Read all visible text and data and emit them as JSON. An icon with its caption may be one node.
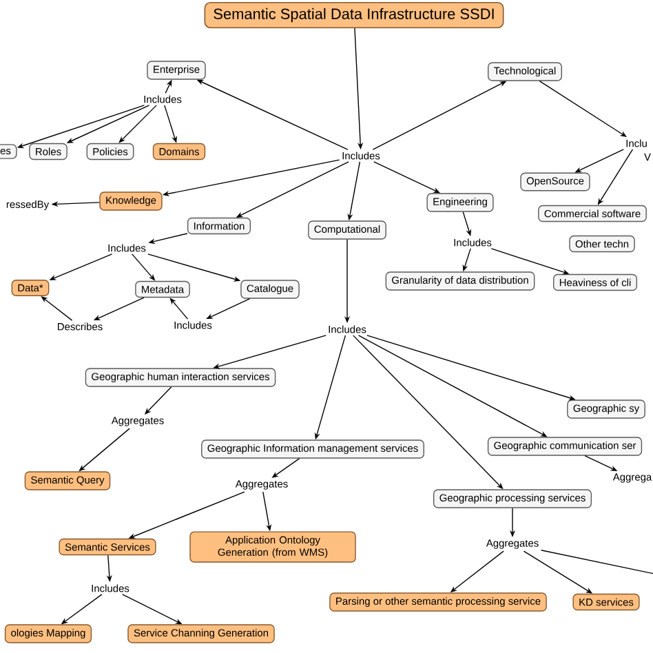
{
  "diagram": {
    "nodes": [
      {
        "text": [
          "Semantic Spatial Data Infrastructure SSDI"
        ]
      },
      {
        "text": [
          "Enterprise"
        ]
      },
      {
        "text": [
          "Includes"
        ]
      },
      {
        "text": [
          "es"
        ]
      },
      {
        "text": [
          "Roles"
        ]
      },
      {
        "text": [
          "Policies"
        ]
      },
      {
        "text": [
          "Domains"
        ]
      },
      {
        "text": [
          "Includes"
        ]
      },
      {
        "text": [
          "Technological"
        ]
      },
      {
        "text": [
          "Inclu"
        ]
      },
      {
        "text": [
          "OpenSource"
        ]
      },
      {
        "text": [
          "Commercial software"
        ]
      },
      {
        "text": [
          "Knowledge"
        ]
      },
      {
        "text": [
          "ressedBy"
        ]
      },
      {
        "text": [
          "Information"
        ]
      },
      {
        "text": [
          "Computational"
        ]
      },
      {
        "text": [
          "Engineering"
        ]
      },
      {
        "text": [
          "Other techn"
        ]
      },
      {
        "text": [
          "Includes"
        ]
      },
      {
        "text": [
          "Data*"
        ]
      },
      {
        "text": [
          "Metadata"
        ]
      },
      {
        "text": [
          "Catalogue"
        ]
      },
      {
        "text": [
          "Describes"
        ]
      },
      {
        "text": [
          "Includes"
        ]
      },
      {
        "text": [
          "Includes"
        ]
      },
      {
        "text": [
          "Granularity of data distribution"
        ]
      },
      {
        "text": [
          "Heaviness of cli"
        ]
      },
      {
        "text": [
          "Includes"
        ]
      },
      {
        "text": [
          "Geographic human interaction services"
        ]
      },
      {
        "text": [
          "Aggregates"
        ]
      },
      {
        "text": [
          "Geographic sy"
        ]
      },
      {
        "text": [
          "Geographic Information management services"
        ]
      },
      {
        "text": [
          "Geographic communication ser"
        ]
      },
      {
        "text": [
          "Semantic Query"
        ]
      },
      {
        "text": [
          "Aggregates"
        ]
      },
      {
        "text": [
          "Aggrega"
        ]
      },
      {
        "text": [
          "Semantic Services"
        ]
      },
      {
        "text": [
          "Application Ontology Generation (from WMS)"
        ]
      },
      {
        "text": [
          "Geographic processing services"
        ]
      },
      {
        "text": [
          "Aggregates"
        ]
      },
      {
        "text": [
          "Includes"
        ]
      },
      {
        "text": [
          "ologies Mapping"
        ]
      },
      {
        "text": [
          "Service Channing Generation"
        ]
      },
      {
        "text": [
          "Parsing or other semantic processing service"
        ]
      },
      {
        "text": [
          "KD services"
        ]
      }
    ],
    "edges": [
      {
        "from": 0,
        "to": 7,
        "arrow": "to"
      },
      {
        "from": 7,
        "to": 1,
        "arrow": "to"
      },
      {
        "from": 2,
        "to": 1,
        "arrow": "to"
      },
      {
        "from": 2,
        "to": 3,
        "arrow": "to"
      },
      {
        "from": 2,
        "to": 4,
        "arrow": "to"
      },
      {
        "from": 2,
        "to": 5,
        "arrow": "to"
      },
      {
        "from": 2,
        "to": 6,
        "arrow": "to"
      },
      {
        "from": 7,
        "to": 8,
        "arrow": "to"
      },
      {
        "from": 8,
        "to": 9,
        "arrow": "to"
      },
      {
        "from": 9,
        "to": 10,
        "arrow": "to"
      },
      {
        "from": 9,
        "to": 11,
        "arrow": "to"
      },
      {
        "from": 7,
        "to": 12,
        "arrow": "to"
      },
      {
        "from": 12,
        "to": 13,
        "arrow": "to"
      },
      {
        "from": 7,
        "to": 14,
        "arrow": "to"
      },
      {
        "from": 7,
        "to": 15,
        "arrow": "to"
      },
      {
        "from": 7,
        "to": 16,
        "arrow": "to"
      },
      {
        "from": 14,
        "to": 18,
        "arrow": "to"
      },
      {
        "from": 18,
        "to": 19,
        "arrow": "to"
      },
      {
        "from": 18,
        "to": 20,
        "arrow": "to"
      },
      {
        "from": 18,
        "to": 21,
        "arrow": "to"
      },
      {
        "from": 22,
        "to": 19,
        "arrow": "to"
      },
      {
        "from": 20,
        "to": 22,
        "arrow": "to"
      },
      {
        "from": 23,
        "to": 20,
        "arrow": "to"
      },
      {
        "from": 21,
        "to": 23,
        "arrow": "to"
      },
      {
        "from": 16,
        "to": 24,
        "arrow": "to"
      },
      {
        "from": 24,
        "to": 25,
        "arrow": "to"
      },
      {
        "from": 24,
        "to": 26,
        "arrow": "to"
      },
      {
        "from": 15,
        "to": 27,
        "arrow": "to"
      },
      {
        "from": 27,
        "to": 28,
        "arrow": "to"
      },
      {
        "from": 27,
        "to": 31,
        "arrow": "to"
      },
      {
        "from": 27,
        "to": 38,
        "arrow": "to"
      },
      {
        "from": 27,
        "to": 32,
        "arrow": "to"
      },
      {
        "from": 27,
        "to": 30,
        "arrow": "to"
      },
      {
        "from": 28,
        "to": 29,
        "arrow": "to"
      },
      {
        "from": 29,
        "to": 33,
        "arrow": "to"
      },
      {
        "from": 31,
        "to": 34,
        "arrow": "to"
      },
      {
        "from": 34,
        "to": 36,
        "arrow": "to"
      },
      {
        "from": 34,
        "to": 37,
        "arrow": "to"
      },
      {
        "from": 32,
        "to": 35,
        "arrow": "to"
      },
      {
        "from": 38,
        "to": 39,
        "arrow": "to"
      },
      {
        "from": 39,
        "to": 43,
        "arrow": "to"
      },
      {
        "from": 39,
        "to": 44,
        "arrow": "to"
      },
      {
        "from": 39,
        "to": null,
        "arrow": "none"
      },
      {
        "from": 36,
        "to": 40,
        "arrow": "to"
      },
      {
        "from": 40,
        "to": 41,
        "arrow": "to"
      },
      {
        "from": 40,
        "to": 42,
        "arrow": "to"
      }
    ],
    "labels": [
      "V"
    ]
  }
}
